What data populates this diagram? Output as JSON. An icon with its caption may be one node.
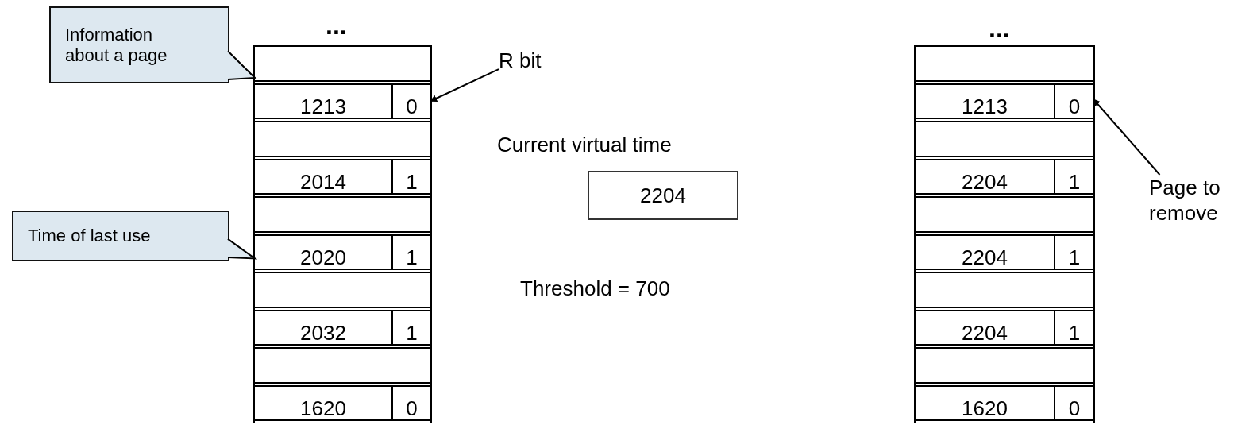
{
  "diagram": {
    "nodes": [
      {
        "text": [
          "Information about a page"
        ]
      },
      {
        "text": [
          "Time of last use"
        ]
      },
      {
        "text": [],
        "shape": "box"
      },
      {
        "text": [],
        "shape": "box",
        "in": 2
      },
      {
        "text": [
          "1213"
        ],
        "in": 2
      },
      {
        "text": [
          "0"
        ],
        "in": 2
      },
      {
        "text": [],
        "shape": "box",
        "in": 2
      },
      {
        "text": [
          "2014"
        ],
        "in": 2
      },
      {
        "text": [
          "1"
        ],
        "in": 2
      },
      {
        "text": [],
        "shape": "box",
        "in": 2
      },
      {
        "text": [
          "2020"
        ],
        "in": 2
      },
      {
        "text": [
          "1"
        ],
        "in": 2
      },
      {
        "text": [],
        "shape": "box",
        "in": 2
      },
      {
        "text": [
          "2032"
        ],
        "in": 2
      },
      {
        "text": [
          "1"
        ],
        "in": 2
      },
      {
        "text": [],
        "shape": "box",
        "in": 2
      },
      {
        "text": [
          "1620"
        ],
        "in": 2
      },
      {
        "text": [
          "0"
        ],
        "in": 2
      },
      {
        "text": [
          "R bit"
        ]
      },
      {
        "text": [
          "Current virtual time",
          "2204"
        ]
      },
      {
        "text": [],
        "shape": "box"
      },
      {
        "text": [],
        "shape": "box",
        "in": 20
      },
      {
        "text": [
          "1213"
        ],
        "in": 20
      },
      {
        "text": [
          "0"
        ],
        "in": 20
      },
      {
        "text": [],
        "shape": "box",
        "in": 20
      },
      {
        "text": [
          "2204"
        ],
        "in": 20
      },
      {
        "text": [
          "1"
        ],
        "in": 20
      },
      {
        "text": [],
        "shape": "box",
        "in": 20
      },
      {
        "text": [
          "2204"
        ],
        "in": 20
      },
      {
        "text": [
          "1"
        ],
        "in": 20
      },
      {
        "text": [],
        "shape": "box",
        "in": 20
      },
      {
        "text": [
          "2204"
        ],
        "in": 20
      },
      {
        "text": [
          "1"
        ],
        "in": 20
      },
      {
        "text": [],
        "shape": "box",
        "in": 20
      },
      {
        "text": [
          "1620"
        ],
        "in": 20
      },
      {
        "text": [
          "0"
        ],
        "in": 20
      },
      {
        "text": [
          "Page to remove"
        ]
      }
    ],
    "edges": [
      {
        "from": 0,
        "to": 3,
        "arrow": "to"
      },
      {
        "from": 1,
        "to": 10,
        "arrow": "to"
      },
      {
        "from": 18,
        "to": 5,
        "arrow": "to"
      },
      {
        "from": 36,
        "to": 23,
        "arrow": "to"
      }
    ],
    "labels": [
      "...",
      "...",
      "Threshold = 700"
    ]
  }
}
